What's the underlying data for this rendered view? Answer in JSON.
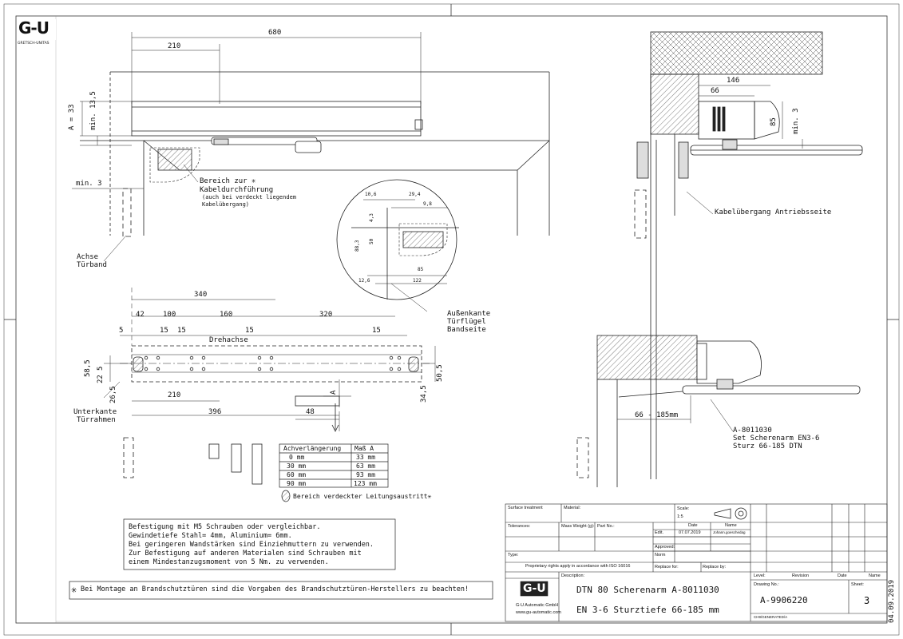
{
  "logo": {
    "text": "G-U",
    "subtext": "GRETSCH-UNITAS"
  },
  "front_view": {
    "dim_680": "680",
    "dim_210_top": "210",
    "dim_a33": "A = 33",
    "dim_min135": "min. 13,5",
    "dim_min3": "min. 3",
    "label_bereich": "Bereich zur",
    "label_kabeldurchfuehrung": "Kabeldurchführung",
    "label_verdeckt": "(auch bei verdeckt liegendem",
    "label_kabeluebergang": "Kabelübergang)",
    "label_achse": "Achse",
    "label_tuerband": "Türband"
  },
  "detail": {
    "d106": "10,6",
    "d294": "29,4",
    "d98": "9,8",
    "d43": "4,3",
    "d50": "50",
    "d883": "88,3",
    "d85": "85",
    "d122": "122",
    "d126": "12,6",
    "label_aussenkante": "Außenkante",
    "label_tuerfluegel": "Türflügel",
    "label_bandseite": "Bandseite"
  },
  "mount": {
    "d340": "340",
    "d42": "42",
    "d100": "100",
    "d160": "160",
    "d320": "320",
    "d5": "5",
    "d15a": "15",
    "d15b": "15",
    "d15c": "15",
    "d15d": "15",
    "drehachse": "Drehachse",
    "d585": "58,5",
    "d22": "22",
    "d5b": "5",
    "d265": "26,5",
    "d505": "50,5",
    "d345": "34,5",
    "d210": "210",
    "d396": "396",
    "d48": "48",
    "a_label": "A",
    "label_unterkante": "Unterkante",
    "label_tuerrahmen": "Türrahmen"
  },
  "side_top": {
    "d146": "146",
    "d66": "66",
    "d85": "85",
    "dmin3": "min. 3",
    "label": "Kabelübergang Antriebsseite"
  },
  "side_bottom": {
    "d66185": "66 - 185mm",
    "label1": "A-8011030",
    "label2": "Set Scherenarm EN3-6",
    "label3": "Sturz 66-185 DTN"
  },
  "table": {
    "headers": [
      "Achverlängerung",
      "Maß A"
    ],
    "rows": [
      [
        "0  mm",
        "33  mm"
      ],
      [
        "30  mm",
        "63  mm"
      ],
      [
        "60  mm",
        "93  mm"
      ],
      [
        "90  mm",
        "123  mm"
      ]
    ]
  },
  "legend_hidden": "Bereich verdeckter Leitungsaustritt",
  "notes": {
    "line1": "Befestigung mit M5 Schrauben oder vergleichbar.",
    "line2": "Gewindetiefe Stahl= 4mm, Aluminium= 6mm.",
    "line3": "Bei geringeren Wandstärken sind Einziehmuttern zu verwenden.",
    "line4": "Zur Befestigung auf anderen Materialen sind Schrauben mit",
    "line5": "einem Mindestanzugsmoment von 5 Nm. zu verwenden."
  },
  "fire_note": "Bei Montage an Brandschutztüren sind die Vorgaben des Brandschutztüren-Herstellers zu beachten!",
  "titleblock": {
    "surface": "Surface treatment",
    "material": "Material:",
    "scale_label": "Scale:",
    "scale": "1:5",
    "tolerances": "Tolerances:",
    "mass": "Mass Weight (g):",
    "partno": "Part No.:",
    "date_h": "Date",
    "name_h": "Name",
    "edit": "Edit.",
    "edit_date": "07.07.2019",
    "edit_name": "Johann.goeschedag",
    "approved": "Approved:",
    "norm": "Norm",
    "type": "Type:",
    "rights": "Proprietary rights apply in accordance with ISO 16016",
    "replace_for": "Replace for:",
    "replace_by": "Replace by:",
    "description": "Description:",
    "desc1": "DTN 80 Scherenarm A-8011030",
    "desc2": "EN 3-6 Sturztiefe 66-185 mm",
    "company": "G-U Automatic GmbH",
    "web": "www.gu-automatic.com",
    "level": "Level:",
    "revision": "Revision",
    "date2": "Date",
    "name2": "Name",
    "drawing_no_label": "Drawing No.:",
    "drawing_no": "A-9906220",
    "sheet_label": "Sheet:",
    "sheet": "3",
    "file": "CH9/GENERATED/A",
    "print_date": "04.09.2019"
  }
}
